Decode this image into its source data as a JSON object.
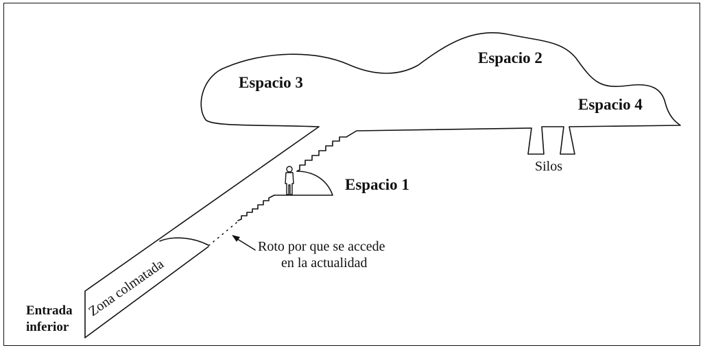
{
  "labels": {
    "espacio1": "Espacio 1",
    "espacio2": "Espacio 2",
    "espacio3": "Espacio 3",
    "espacio4": "Espacio 4",
    "silos": "Silos",
    "roto_line1": "Roto por que se accede",
    "roto_line2": "en la actualidad",
    "zona": "Zona colmatada",
    "entrada_line1": "Entrada",
    "entrada_line2": "inferior"
  }
}
